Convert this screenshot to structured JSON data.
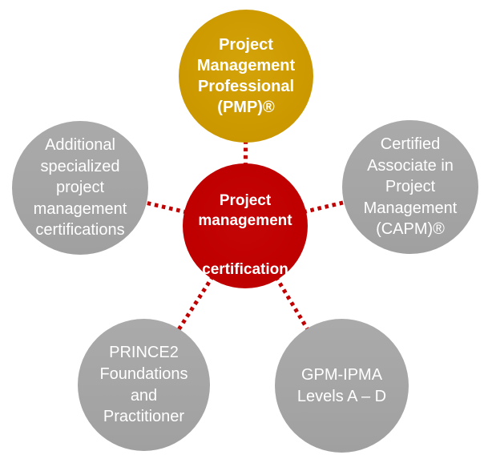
{
  "diagram": {
    "type": "radial-hub-and-spoke",
    "background_color": "#FFFFFF",
    "connector": {
      "color": "#C00000",
      "style": "square-dotted"
    },
    "hub": {
      "label_top": "Project\nmanagement",
      "label_bottom": "certification",
      "color": "#C00000",
      "text_color": "#FFFFFF"
    },
    "nodes": [
      {
        "id": "pmp",
        "label": "Project\nManagement\nProfessional\n(PMP)®",
        "color": "#CD9A00",
        "text_color": "#FFFFFF",
        "position": "top"
      },
      {
        "id": "additional",
        "label": "Additional\nspecialized\nproject\nmanagement\ncertifications",
        "color": "#A6A6A6",
        "text_color": "#FFFFFF",
        "position": "left"
      },
      {
        "id": "capm",
        "label": "Certified\nAssociate in\nProject\nManagement\n(CAPM)®",
        "color": "#A6A6A6",
        "text_color": "#FFFFFF",
        "position": "right"
      },
      {
        "id": "prince2",
        "label": "PRINCE2\nFoundations\nand\nPractitioner",
        "color": "#A6A6A6",
        "text_color": "#FFFFFF",
        "position": "bottom-left"
      },
      {
        "id": "gpm-ipma",
        "label": "GPM-IPMA\nLevels A – D",
        "color": "#A6A6A6",
        "text_color": "#FFFFFF",
        "position": "bottom-right"
      }
    ]
  }
}
